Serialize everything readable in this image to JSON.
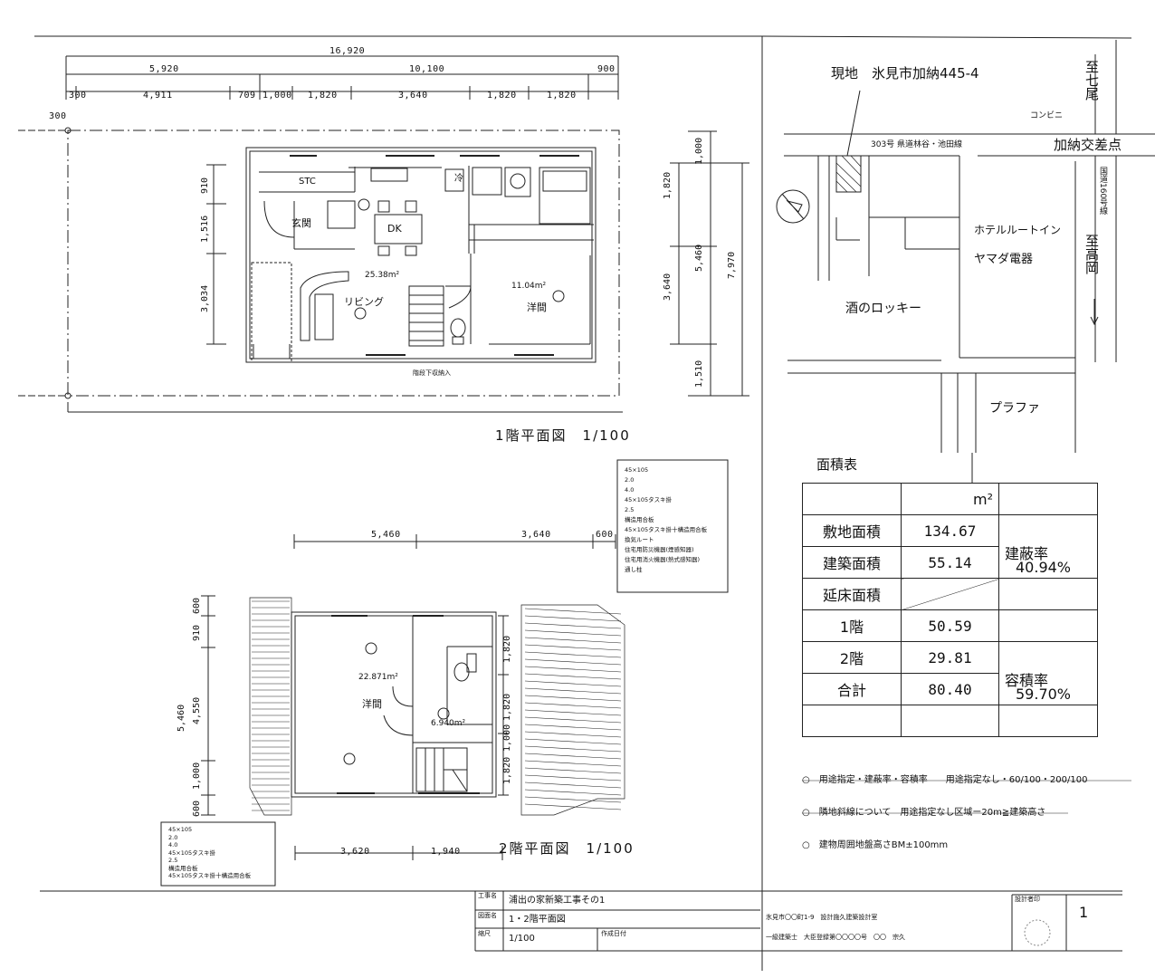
{
  "plan1": {
    "dims_top": {
      "total": "16,920",
      "left": "5,920",
      "mid": "10,100",
      "right": "900",
      "row3": [
        "300",
        "4,911",
        "709",
        "1,000",
        "1,820",
        "3,640",
        "1,820",
        "1,820"
      ],
      "edge": "300"
    },
    "dims_left": [
      "910",
      "1,516",
      "3,034"
    ],
    "dims_right": [
      "1,000",
      "1,820",
      "5,460",
      "3,640",
      "1,510",
      "7,970"
    ],
    "rooms": {
      "ldk_area": "25.38m²",
      "living": "リビング",
      "dk": "DK",
      "genkan": "玄関",
      "stc": "STC",
      "youma": "洋間",
      "youma_area": "11.04m²",
      "rei": "冷"
    },
    "stair_note": "階段下収納入",
    "title": "1階平面図　1/100"
  },
  "plan2": {
    "dims_top": [
      "5,460",
      "3,640",
      "600"
    ],
    "dims_left": [
      "600",
      "910",
      "5,460",
      "4,550",
      "1,000",
      "600"
    ],
    "dims_right": [
      "1,820",
      "1,820",
      "1,000",
      "1,820"
    ],
    "dims_bottom": [
      "3,620",
      "1,940"
    ],
    "rooms": {
      "area1": "22.871m²",
      "youma": "洋間",
      "area2": "6.940m²"
    },
    "title": "2階平面図　1/100"
  },
  "legend1": [
    "45×105",
    "2.0",
    "4.0",
    "45×105タスキ掛",
    "2.5",
    "構造用合板",
    "45×105タスキ掛十構造用合板",
    "換気ルート",
    "住宅用防災機器(煙感知器)",
    "住宅用消火機器(熱式感知器)",
    "通し柱"
  ],
  "legend2": [
    "45×105",
    "2.0",
    "4.0",
    "45×105タスキ掛",
    "2.5",
    "構造用合板",
    "45×105タスキ掛十構造用合板"
  ],
  "location": {
    "site": "現地　氷見市加納445-4",
    "road": "303号 県道林谷・池田線",
    "konbini": "コンビニ",
    "kanou": "加納交差点",
    "nanao": "至七尾",
    "route160": "国道160号線",
    "takaoka": "至高岡",
    "hotel": "ホテルルートイン",
    "yamada": "ヤマダ電器",
    "liquor": "酒のロッキー",
    "plafa": "プラファ"
  },
  "area_table": {
    "title": "面積表",
    "unit": "m²",
    "rows": [
      [
        "敷地面積",
        "134.67"
      ],
      [
        "建築面積",
        "55.14"
      ],
      [
        "延床面積",
        ""
      ],
      [
        "1階",
        "50.59"
      ],
      [
        "2階",
        "29.81"
      ],
      [
        "合計",
        "80.40"
      ]
    ],
    "bcr_label": "建蔽率",
    "bcr_value": "40.94%",
    "far_label": "容積率",
    "far_value": "59.70%"
  },
  "notes": [
    "○　用途指定・建蔽率・容積率　　用途指定なし・60/100・200/100",
    "○　隣地斜線について　用途指定なし区域ー20m≧建築高さ",
    "○　建物周囲地盤高さBM±100mm"
  ],
  "titleblock": {
    "work_label": "工事名",
    "work": "浦出の家新築工事その1",
    "drawing_label": "図面名",
    "drawing": "1・2階平面図",
    "scale_label": "縮尺",
    "scale": "1/100",
    "date_label": "作成日付",
    "office": "氷見市〇〇町1-9　設計施久建築設計室",
    "architect": "一級建築士　大臣登録第〇〇〇〇号　〇〇　宗久",
    "stamp_label": "設計者印",
    "sheet_no": "1"
  }
}
